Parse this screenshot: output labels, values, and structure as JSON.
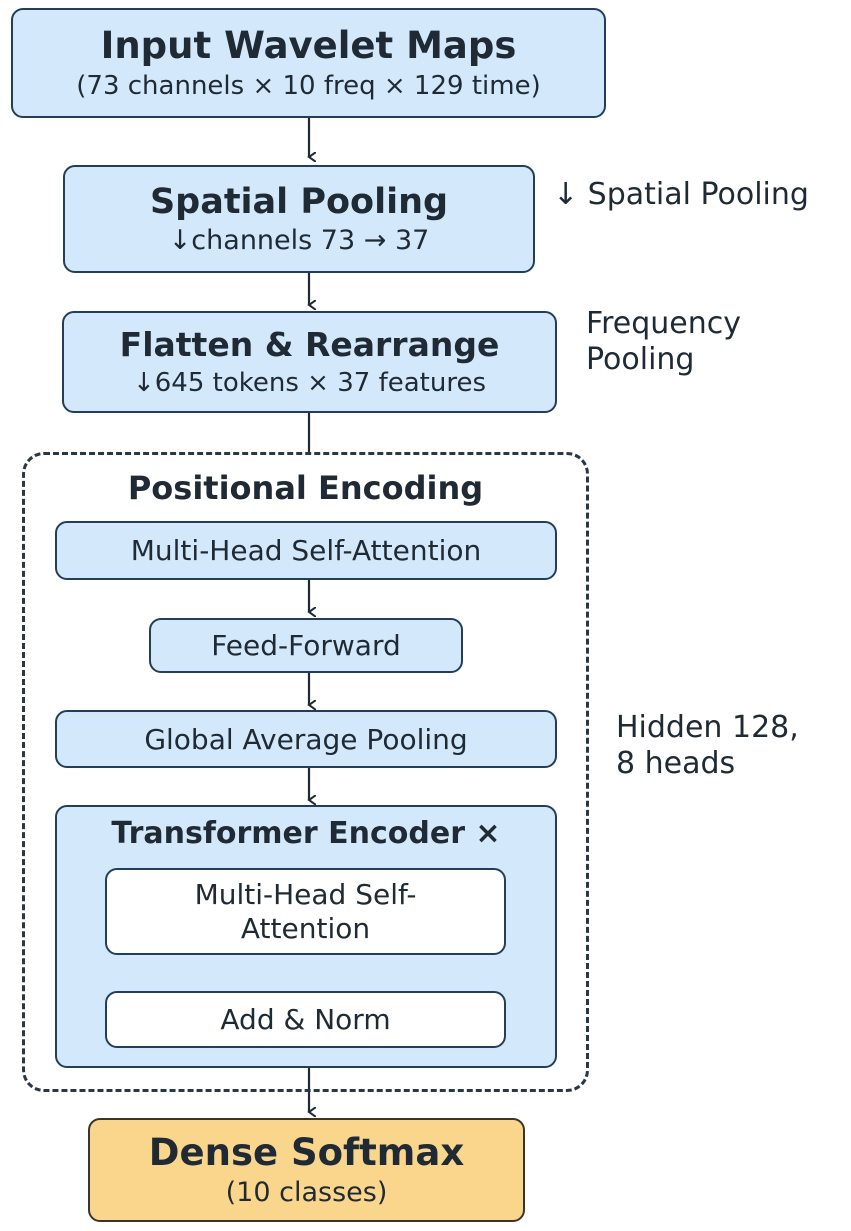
{
  "input": {
    "title": "Input Wavelet Maps",
    "subtitle": "(73 channels × 10 freq × 129 time)"
  },
  "spatial": {
    "title": "Spatial Pooling",
    "subtitle": "↓channels 73 → 37",
    "note": "↓ Spatial Pooling"
  },
  "flatten": {
    "title": "Flatten & Rearrange",
    "subtitle": "↓645 tokens × 37 features",
    "note_line1": "Frequency",
    "note_line2": "Pooling"
  },
  "encoder_group": {
    "heading": "Positional Encoding",
    "mhsa": "Multi-Head Self-Attention",
    "feedforward": "Feed-Forward",
    "gap": "Global Average Pooling",
    "hidden_note_line1": "Hidden 128,",
    "hidden_note_line2": "8 heads",
    "transformer": {
      "title": "Transformer Encoder ×",
      "mhsa_line1": "Multi-Head Self-",
      "mhsa_line2": "Attention",
      "addnorm": "Add & Norm"
    }
  },
  "output": {
    "title": "Dense Softmax",
    "subtitle": "(10 classes)"
  },
  "colors": {
    "box_fill": "#d3e9fb",
    "output_fill": "#fad68d",
    "inner_fill": "#ffffff",
    "border": "#233e58"
  }
}
